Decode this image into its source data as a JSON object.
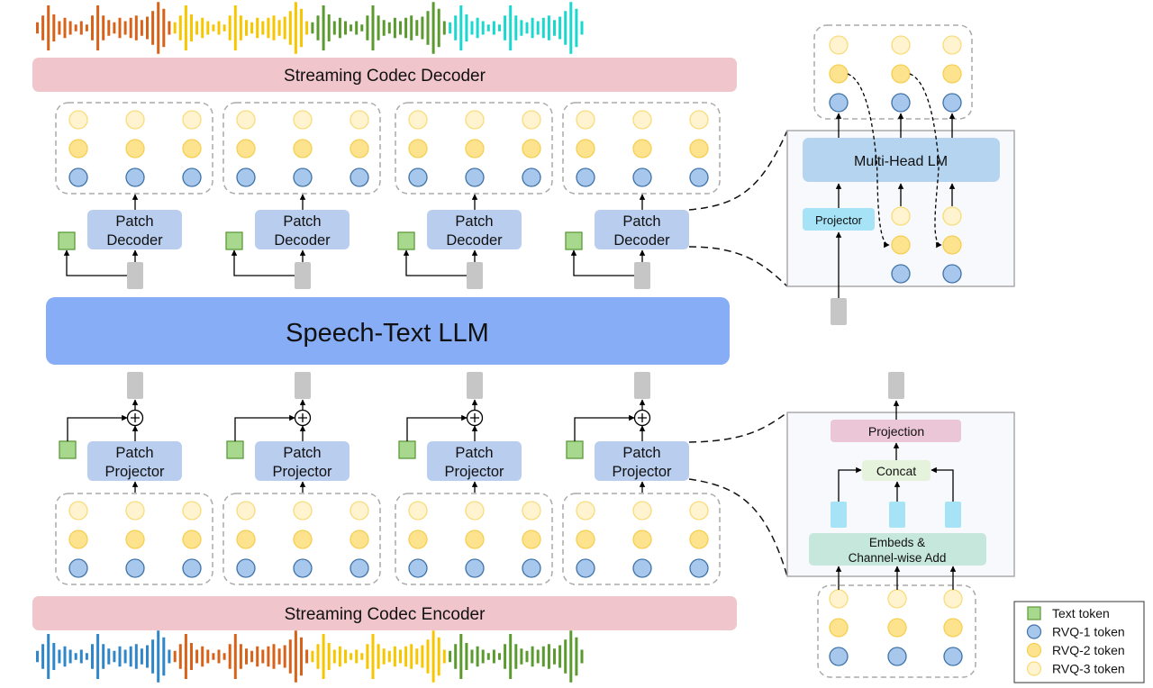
{
  "decoder_bar": {
    "label": "Streaming Codec Decoder"
  },
  "encoder_bar": {
    "label": "Streaming Codec Encoder"
  },
  "llm": {
    "label": "Speech-Text LLM"
  },
  "patch_decoders": [
    {
      "line1": "Patch",
      "line2": "Decoder"
    },
    {
      "line1": "Patch",
      "line2": "Decoder"
    },
    {
      "line1": "Patch",
      "line2": "Decoder"
    },
    {
      "line1": "Patch",
      "line2": "Decoder"
    }
  ],
  "patch_projectors": [
    {
      "line1": "Patch",
      "line2": "Projector"
    },
    {
      "line1": "Patch",
      "line2": "Projector"
    },
    {
      "line1": "Patch",
      "line2": "Projector"
    },
    {
      "line1": "Patch",
      "line2": "Projector"
    }
  ],
  "decoder_detail": {
    "multi_head_lm": "Multi-Head LM",
    "projector": "Projector"
  },
  "projector_detail": {
    "projection": "Projection",
    "concat": "Concat",
    "embeds_line1": "Embeds &",
    "embeds_line2": "Channel-wise Add"
  },
  "legend": {
    "items": [
      {
        "label": "Text token",
        "shape": "square",
        "fill": "#a8d88e",
        "stroke": "#5a9a3a"
      },
      {
        "label": "RVQ-1 token",
        "shape": "circle",
        "fill": "#a7c8ec",
        "stroke": "#3f72a8"
      },
      {
        "label": "RVQ-2 token",
        "shape": "circle",
        "fill": "#fde38e",
        "stroke": "#f5cf52"
      },
      {
        "label": "RVQ-3 token",
        "shape": "circle",
        "fill": "#fff4cf",
        "stroke": "#f8dc7a"
      }
    ]
  },
  "waveforms": {
    "top_colors": [
      "#d9621a",
      "#f7c600",
      "#5a9a2e",
      "#1ad8d0"
    ],
    "bottom_colors": [
      "#2f86c8",
      "#d9621a",
      "#f7c600",
      "#5a9a2e"
    ]
  },
  "colors": {
    "codec_bar": "#f0c5cb",
    "llm": "#87adf6",
    "patch_block": "#b9cdef",
    "multi_head_lm": "#b5d4ef",
    "projector": "#a6e3f7",
    "projection": "#ebc6d6",
    "concat": "#e5f3dd",
    "embeds": "#c6e7dc",
    "hidden_token": "#c6c6c6",
    "detail_panel": "#f8f9fc"
  }
}
